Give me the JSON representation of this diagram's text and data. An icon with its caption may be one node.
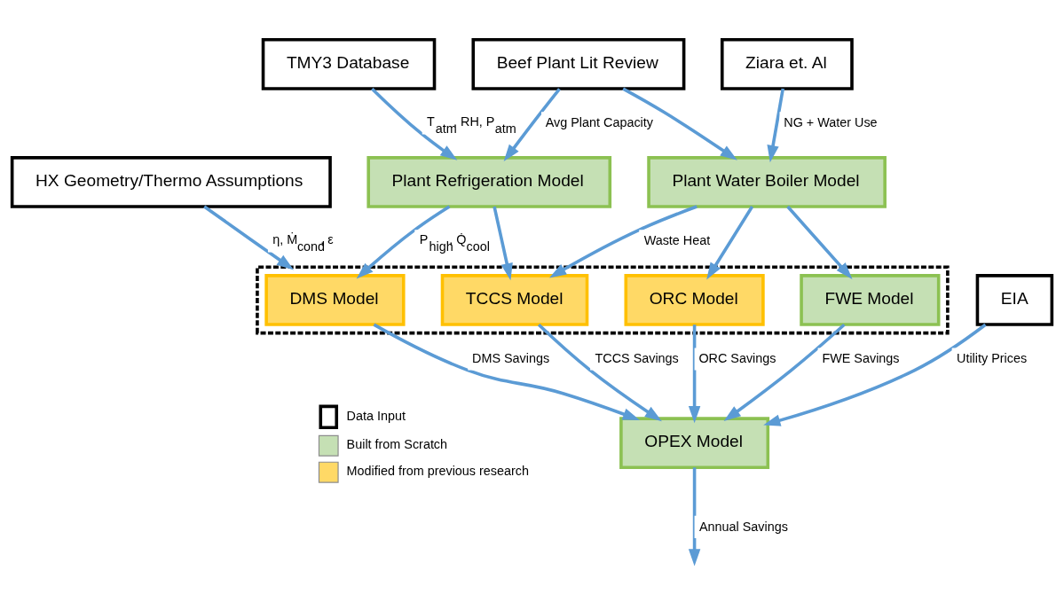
{
  "diagram": {
    "nodes": [
      {
        "text": [
          "HX Geometry/Thermo Assumptions"
        ]
      },
      {
        "text": [
          "TMY3 Database"
        ]
      },
      {
        "text": [
          "Beef Plant Lit Review"
        ]
      },
      {
        "text": [
          "Ziara et. Al"
        ]
      },
      {
        "text": [
          "EIA"
        ]
      },
      {
        "text": [
          "Plant Refrigeration Model"
        ]
      },
      {
        "text": [
          "Plant Water Boiler Model"
        ]
      },
      {
        "text": [],
        "shape": "box"
      },
      {
        "text": [
          "DMS Model"
        ],
        "in": 7
      },
      {
        "text": [
          "TCCS Model"
        ],
        "in": 7
      },
      {
        "text": [
          "ORC Model"
        ],
        "in": 7
      },
      {
        "text": [
          "FWE Model"
        ],
        "in": 7
      },
      {
        "text": [
          "OPEX Model"
        ]
      }
    ],
    "edges": [
      {
        "from": 0,
        "to": 7,
        "arrow": "to",
        "label": "η, Ṁ$_{cond}$, ε"
      },
      {
        "from": 1,
        "to": 5,
        "arrow": "to",
        "label": "T$_{atm}$, RH, P$_{atm}$"
      },
      {
        "from": 2,
        "to": 5,
        "arrow": "to",
        "label": "Avg Plant Capacity"
      },
      {
        "from": 2,
        "to": 6,
        "arrow": "to"
      },
      {
        "from": 3,
        "to": 6,
        "arrow": "to",
        "label": "NG + Water Use"
      },
      {
        "from": 5,
        "to": 8,
        "arrow": "to",
        "label": "P$_{high}$, Q̇$_{cool}$"
      },
      {
        "from": 5,
        "to": 9,
        "arrow": "to"
      },
      {
        "from": 6,
        "to": 9,
        "arrow": "to",
        "label": "Waste Heat"
      },
      {
        "from": 6,
        "to": 10,
        "arrow": "to"
      },
      {
        "from": 6,
        "to": 11,
        "arrow": "to"
      },
      {
        "from": 8,
        "to": 12,
        "arrow": "to",
        "label": "DMS Savings"
      },
      {
        "from": 9,
        "to": 12,
        "arrow": "to",
        "label": "TCCS Savings"
      },
      {
        "from": 10,
        "to": 12,
        "arrow": "to",
        "label": "ORC Savings"
      },
      {
        "from": 11,
        "to": 12,
        "arrow": "to",
        "label": "FWE Savings"
      },
      {
        "from": 4,
        "to": 12,
        "arrow": "to",
        "label": "Utility Prices"
      },
      {
        "from": 12,
        "to": null,
        "arrow": "to",
        "label": "Annual Savings"
      }
    ],
    "legend": [
      {
        "text": "Data Input"
      },
      {
        "text": "Built from Scratch",
        "color": "#c5e0b4"
      },
      {
        "text": "Modified from previous research",
        "color": "#ffd966"
      }
    ]
  }
}
